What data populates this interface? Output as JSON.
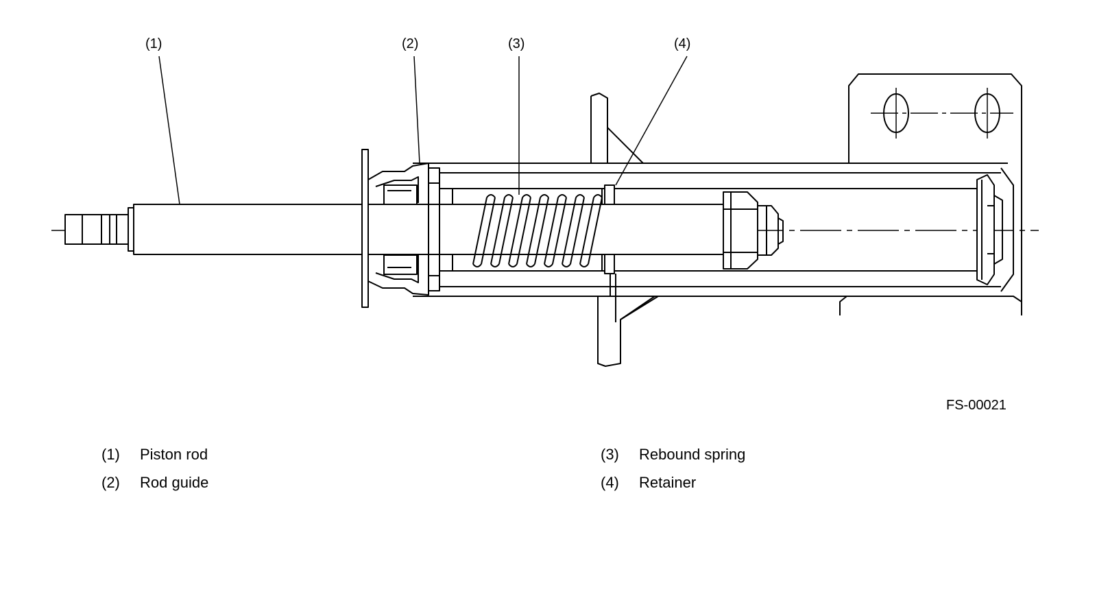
{
  "diagram": {
    "callouts": [
      {
        "label": "(1)"
      },
      {
        "label": "(2)"
      },
      {
        "label": "(3)"
      },
      {
        "label": "(4)"
      }
    ],
    "figure_id": "FS-00021",
    "stroke_color": "#000000",
    "background_color": "#ffffff"
  },
  "legend": [
    {
      "number": "(1)",
      "text": "Piston rod"
    },
    {
      "number": "(2)",
      "text": "Rod guide"
    },
    {
      "number": "(3)",
      "text": "Rebound spring"
    },
    {
      "number": "(4)",
      "text": "Retainer"
    }
  ]
}
